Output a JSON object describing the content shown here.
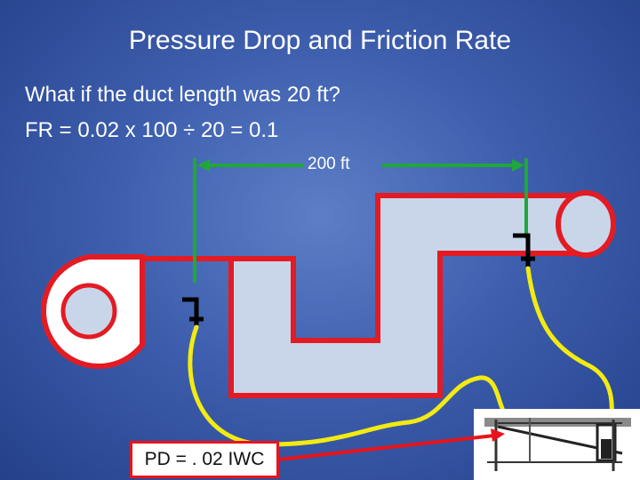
{
  "slide": {
    "title": "Pressure Drop and Friction Rate",
    "line1": "What if the duct length was 20 ft?",
    "line2": "FR = 0.02 x 100 ÷ 20 = 0.1"
  },
  "diagram": {
    "dimension_label": "200 ft",
    "pd_label": "PD = . 02 IWC",
    "colors": {
      "duct_fill": "#c9d6ea",
      "duct_outline": "#e31b23",
      "dimension_line": "#1fa83a",
      "tubing": "#f3ea12",
      "arrow": "#e8141b",
      "probe": "#000000"
    },
    "icons": [
      "fan-icon",
      "pitot-tube-icon",
      "manometer-icon"
    ]
  }
}
